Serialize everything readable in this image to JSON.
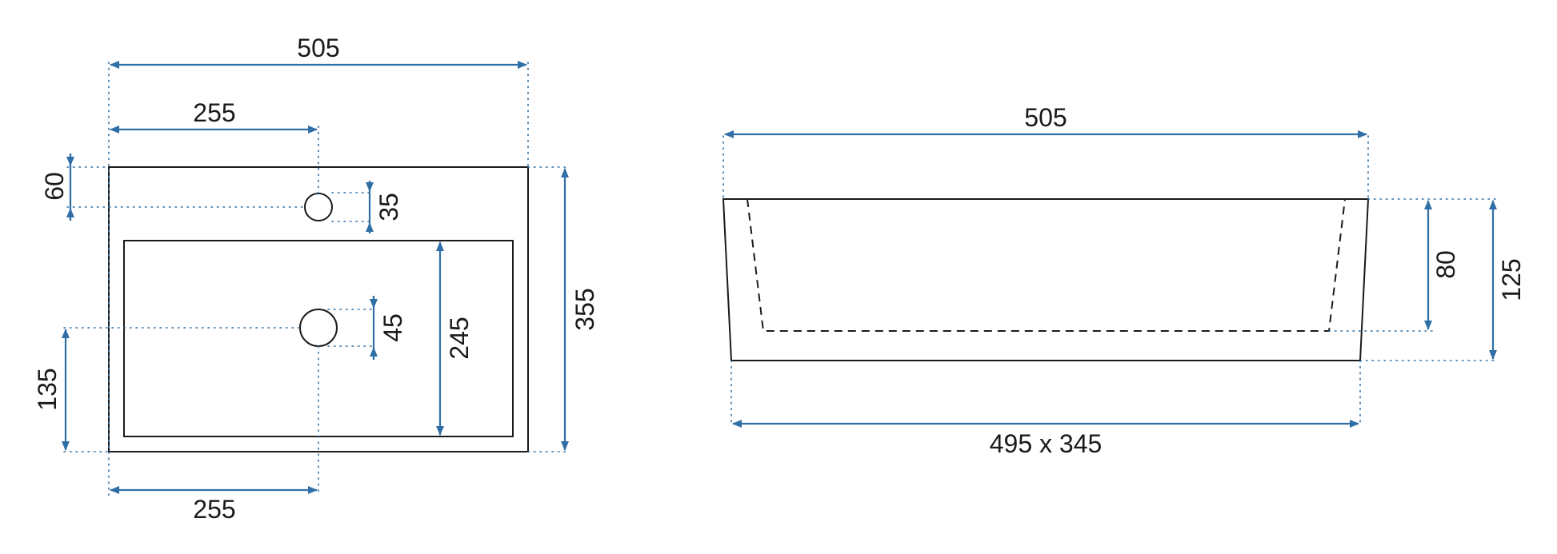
{
  "colors": {
    "outline": "#1a1a1a",
    "dimension": "#2f6fa6"
  },
  "top_view": {
    "overall_width": "505",
    "tap_hole_offset_top": "255",
    "tap_hole_edge_distance": "60",
    "tap_hole_diameter": "35",
    "drain_diameter": "45",
    "basin_depth_inner": "245",
    "overall_depth": "355",
    "drain_offset_from_front": "135",
    "drain_offset_bottom": "255"
  },
  "side_view": {
    "overall_width": "505",
    "bowl_depth": "80",
    "overall_height": "125",
    "base_dimensions": "495 x 345"
  }
}
